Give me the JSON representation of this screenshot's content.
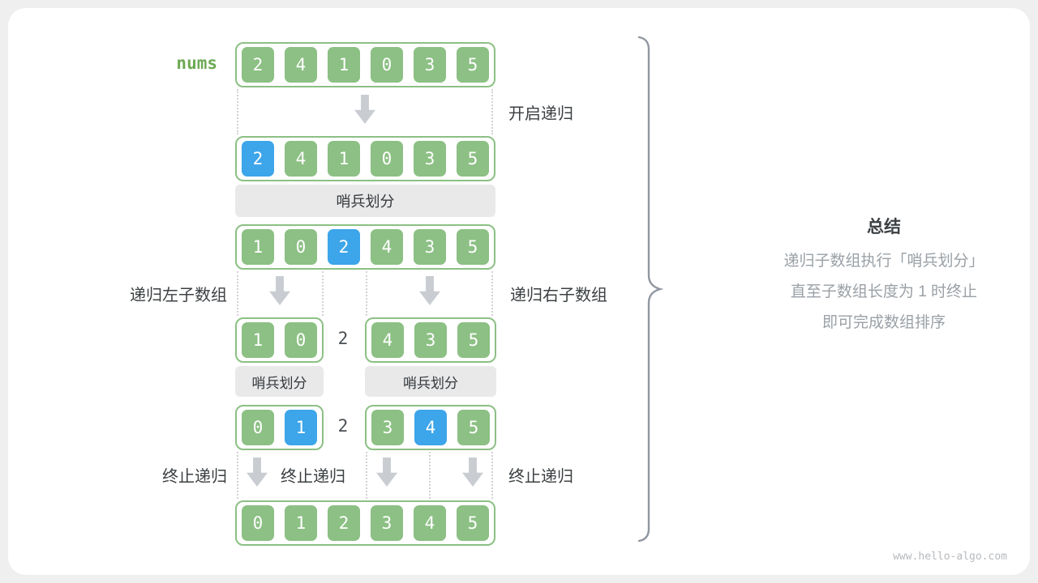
{
  "nums_label": "nums",
  "labels": {
    "start_recursion": "开启递归",
    "partition": "哨兵划分",
    "recurse_left": "递归左子数组",
    "recurse_right": "递归右子数组",
    "terminate": [
      "终止递归",
      "终止递归",
      "终止递归"
    ]
  },
  "pivots": {
    "row4": "2",
    "row5": "2"
  },
  "arrays": {
    "row1": [
      {
        "value": "2",
        "color": "green"
      },
      {
        "value": "4",
        "color": "green"
      },
      {
        "value": "1",
        "color": "green"
      },
      {
        "value": "0",
        "color": "green"
      },
      {
        "value": "3",
        "color": "green"
      },
      {
        "value": "5",
        "color": "green"
      }
    ],
    "row2": [
      {
        "value": "2",
        "color": "blue"
      },
      {
        "value": "4",
        "color": "green"
      },
      {
        "value": "1",
        "color": "green"
      },
      {
        "value": "0",
        "color": "green"
      },
      {
        "value": "3",
        "color": "green"
      },
      {
        "value": "5",
        "color": "green"
      }
    ],
    "row3": [
      {
        "value": "1",
        "color": "green"
      },
      {
        "value": "0",
        "color": "green"
      },
      {
        "value": "2",
        "color": "blue"
      },
      {
        "value": "4",
        "color": "green"
      },
      {
        "value": "3",
        "color": "green"
      },
      {
        "value": "5",
        "color": "green"
      }
    ],
    "row4_left": [
      {
        "value": "1",
        "color": "green"
      },
      {
        "value": "0",
        "color": "green"
      }
    ],
    "row4_right": [
      {
        "value": "4",
        "color": "green"
      },
      {
        "value": "3",
        "color": "green"
      },
      {
        "value": "5",
        "color": "green"
      }
    ],
    "row5_left": [
      {
        "value": "0",
        "color": "green"
      },
      {
        "value": "1",
        "color": "blue"
      }
    ],
    "row5_right": [
      {
        "value": "3",
        "color": "green"
      },
      {
        "value": "4",
        "color": "blue"
      },
      {
        "value": "5",
        "color": "green"
      }
    ],
    "row6": [
      {
        "value": "0",
        "color": "green"
      },
      {
        "value": "1",
        "color": "green"
      },
      {
        "value": "2",
        "color": "green"
      },
      {
        "value": "3",
        "color": "green"
      },
      {
        "value": "4",
        "color": "green"
      },
      {
        "value": "5",
        "color": "green"
      }
    ]
  },
  "summary": {
    "title": "总结",
    "lines": [
      "递归子数组执行「哨兵划分」",
      "直至子数组长度为 1 时终止",
      "即可完成数组排序"
    ]
  },
  "watermark": "www.hello-algo.com",
  "colors": {
    "page_bg": "#efeff0",
    "card_bg": "#ffffff",
    "cell_green": "#8cc084",
    "cell_blue": "#3da5e9",
    "cell_text": "#ffffff",
    "array_border": "#8cc084",
    "box_bg": "#e9e9ea",
    "box_text": "#35393c",
    "arrow": "#c9cdd1",
    "label_text": "#3c4043",
    "nums_text": "#6da954",
    "pivot_text": "#4a4f54",
    "summary_title": "#3c4043",
    "summary_text": "#9aa0a6",
    "brace": "#9097a0",
    "guide": "#d2d2d2",
    "watermark": "#b7babd"
  }
}
